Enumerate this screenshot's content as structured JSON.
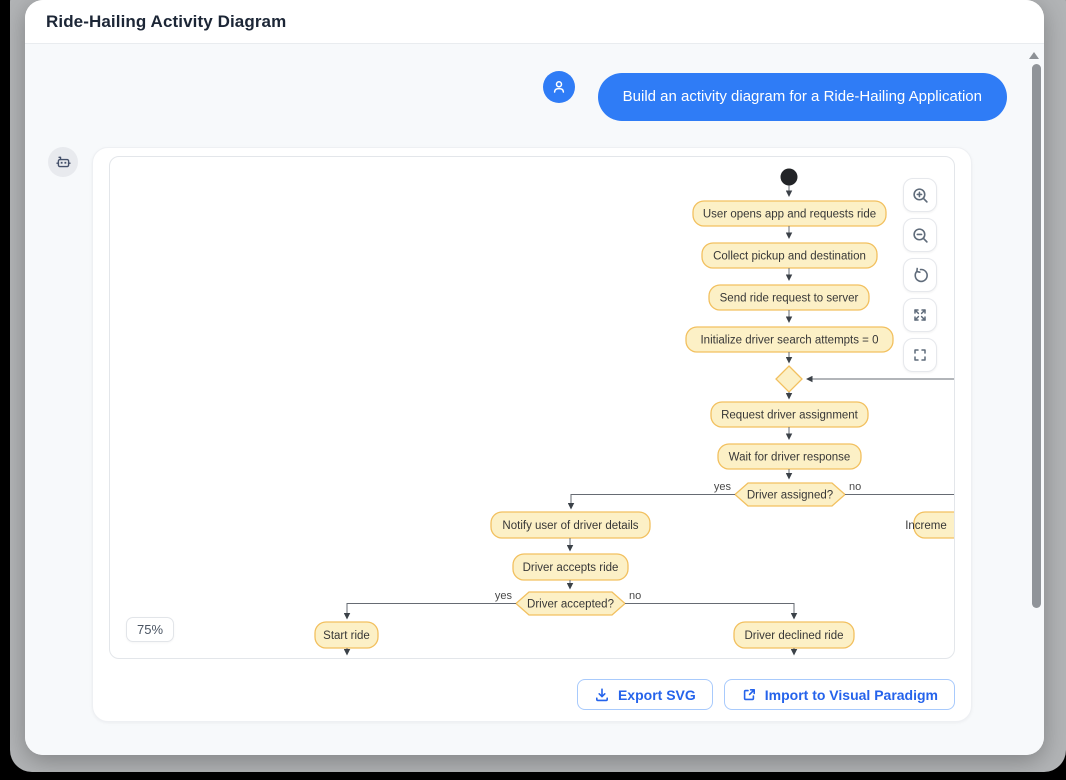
{
  "header": {
    "title": "Ride-Hailing Activity Diagram"
  },
  "chat": {
    "user_message": "Build an activity diagram for a Ride-Hailing Application",
    "user_avatar_icon": "person-icon",
    "bot_avatar_icon": "robot-icon"
  },
  "canvas": {
    "zoom_level": "75%",
    "control_icons": [
      "zoom-in-icon",
      "zoom-out-icon",
      "reset-icon",
      "expand-icon",
      "fit-view-icon"
    ]
  },
  "footer": {
    "export_label": "Export SVG",
    "import_label": "Import to Visual Paradigm"
  },
  "colors": {
    "accent_blue": "#2f7cf6",
    "button_blue": "#2563eb",
    "node_fill": "#fcf0c6",
    "node_stroke": "#f2c05f"
  },
  "diagram": {
    "type": "activity-diagram",
    "edge_labels": {
      "yes": "yes",
      "no": "no"
    },
    "nodes": {
      "n1": "User opens app and requests ride",
      "n2": "Collect pickup and destination",
      "n3": "Send ride request to server",
      "n4": "Initialize driver search attempts = 0",
      "n5": "Request driver assignment",
      "n6": "Wait for driver response",
      "d1": "Driver assigned?",
      "n7": "Notify user of driver details",
      "n8": "Driver accepts ride",
      "d2": "Driver accepted?",
      "n9": "Start ride",
      "n10": "Driver declined ride",
      "n11_clipped": "Increme"
    }
  }
}
